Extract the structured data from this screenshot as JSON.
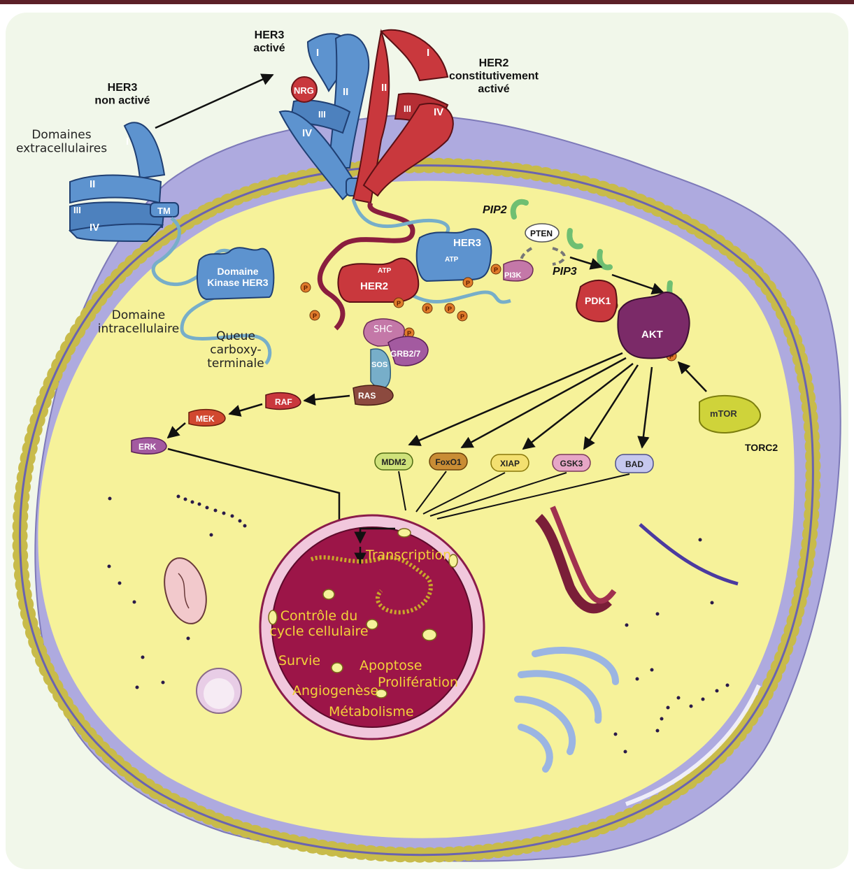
{
  "receptors": {
    "her3_inactive": "HER3\nnon activé",
    "her3_active": "HER3\nactivé",
    "her2": "HER2\nconstitutivement\nactivé",
    "nrg": "NRG",
    "domain_I": "I",
    "domain_II": "II",
    "domain_III": "III",
    "domain_IV": "IV",
    "tm": "TM"
  },
  "annotations": {
    "extracellular": "Domaines\nextracellulaires",
    "kinase_her3": "Domaine\nKinase HER3",
    "intracellular": "Domaine\nintracellulaire",
    "tail": "Queue\ncarboxy-\nterminale"
  },
  "kinases": {
    "her2_kinase": "HER2",
    "her3_kinase": "HER3",
    "atp": "ATP",
    "phospho": "P"
  },
  "pathway": {
    "pip2": "PIP2",
    "pip3": "PIP3",
    "pten": "PTEN",
    "pi3k": "PI3K",
    "pdk1": "PDK1",
    "akt": "AKT",
    "mtor": "mTOR",
    "torc2": "TORC2",
    "shc": "SHC",
    "grb": "GRB2/7",
    "sos": "SOS",
    "ras": "RAS",
    "raf": "RAF",
    "mek": "MEK",
    "erk": "ERK"
  },
  "targets": [
    "MDM2",
    "FoxO1",
    "XIAP",
    "GSK3",
    "BAD"
  ],
  "nucleus": {
    "transcription": "Transcription",
    "cycle": "Contrôle du\ncycle cellulaire",
    "survie": "Survie",
    "apoptose": "Apoptose",
    "proliferation": "Prolifération",
    "angiogenese": "Angiogenèse",
    "metabolisme": "Métabolisme"
  },
  "colors": {
    "her3_blue": "#5d93cf",
    "her2_red": "#c9383d",
    "cytoplasm": "#f6f29a",
    "membrane_purple": "#a9a6dc",
    "nucleus": "#9c1548",
    "akt": "#7b2a68",
    "mtor": "#cfd33a",
    "header_bar": "#5c2028"
  }
}
